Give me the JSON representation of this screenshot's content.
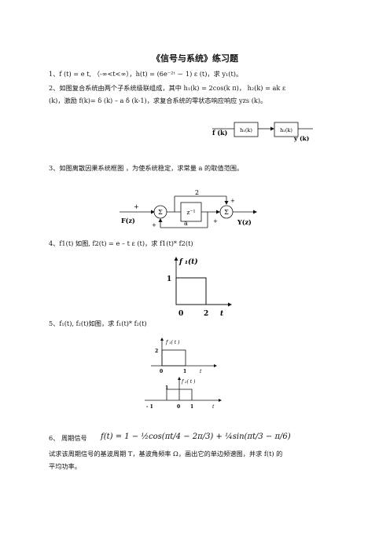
{
  "title": "《信号与系统》练习题",
  "q1": "1、f (t) = e t, （-∞<t<∞），h(t) = (6e⁻²ᵗ － 1) ε (t)，求 y₁(t)。",
  "q2_line1": "2、如图复合系统由两个子系统级联组成，其中 h₁(k) = 2cos(k π)，  h₂(k) = ak ε",
  "q2_line2": "(k)，激励 f(k)= δ (k) – a δ (k-1)，求复合系统的零状态响应响应 yzs (k)。",
  "q2_diagram": {
    "in": "f (k)",
    "b1": "h₁(k)",
    "b2": "h₂(k)",
    "out": "y (k)"
  },
  "q3": "3、如图离散因果系统框图 ，为使系统稳定，求常量 a 的取值范围。",
  "q3_diagram": {
    "input": "F(z)",
    "output": "Y(z)",
    "sum": "Σ",
    "delay": "z⁻¹",
    "gain_top": "2",
    "gain_bottom": "a",
    "plus": "+"
  },
  "q4": "4、f1(t) 如图, f2(t) = e – t ε (t)，求 f1(t)* f2(t)",
  "q4_plot": {
    "ylabel": "f ₁(t)",
    "ytick": "1",
    "xtick0": "0",
    "xtick1": "2",
    "xlabel": "t"
  },
  "q5": "5、f₁(t), f₂(t)如图，求 f₁(t)* f₂(t)",
  "q5_plot1": {
    "ylabel": "f ₁( t )",
    "ytick": "2",
    "xtick0": "0",
    "xtick1": "1",
    "xlabel": "t"
  },
  "q5_plot2": {
    "ylabel": "f ₂( t )",
    "ytick": "1",
    "xtickm1": "- 1",
    "xtick0": "0",
    "xtick1": "1",
    "xlabel": "t"
  },
  "q6_prefix": "6、  周期信号",
  "q6_formula": "f(t) = 1 − ½cos(πt/4 − 2π/3) + ¼sin(πt/3 − π/6)",
  "q6_line2": "试求该周期信号的基波周期 T，基波角频率 Ω，画出它的单边频谱图，并求 f(t)  的",
  "q6_line3": "平均功率。"
}
